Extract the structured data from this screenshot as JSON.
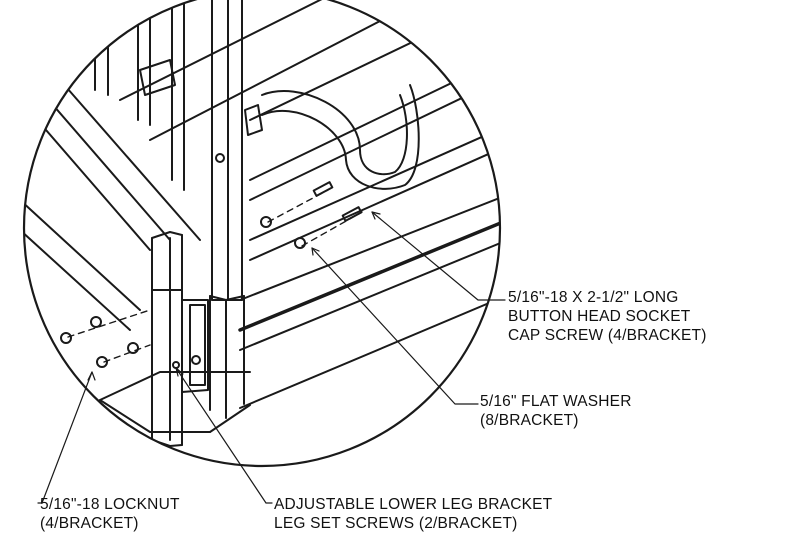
{
  "callouts": {
    "cap_screw": {
      "line1": "5/16\"-18 X 2-1/2\" LONG",
      "line2": "BUTTON HEAD SOCKET",
      "line3": "CAP SCREW (4/BRACKET)"
    },
    "flat_washer": {
      "line1": "5/16\" FLAT WASHER",
      "line2": "(8/BRACKET)"
    },
    "locknut": {
      "line1": "5/16\"-18 LOCKNUT",
      "line2": "(4/BRACKET)"
    },
    "set_screws": {
      "line1": "ADJUSTABLE LOWER LEG BRACKET",
      "line2": "LEG SET SCREWS (2/BRACKET)"
    }
  }
}
